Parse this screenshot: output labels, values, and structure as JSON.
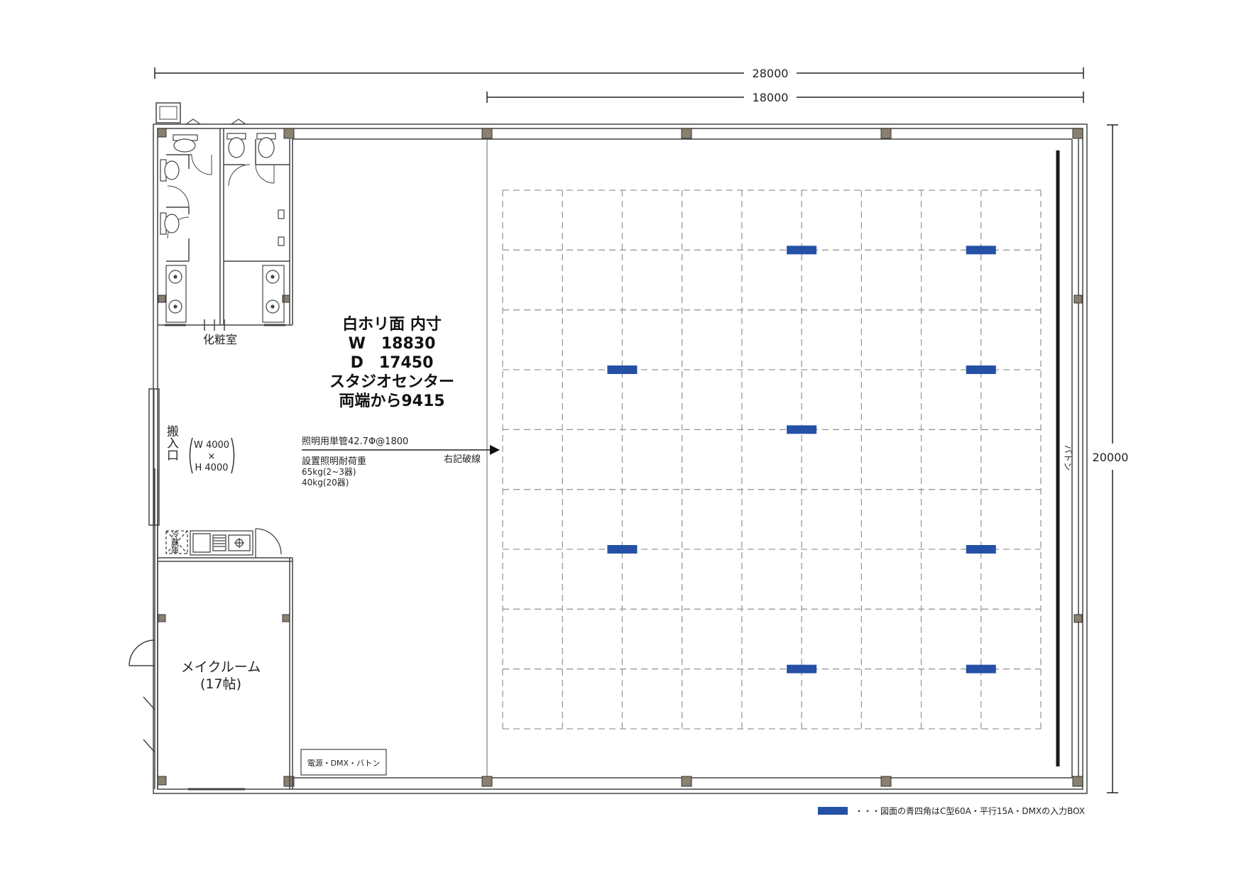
{
  "dimensions": {
    "total_width": "28000",
    "stage_width": "18000",
    "total_depth": "20000"
  },
  "main_label": {
    "line1": "白ホリ面 内寸",
    "line2": "W　18830",
    "line3": "D　17450",
    "line4": "スタジオセンター",
    "line5": "両端から9415"
  },
  "rooms": {
    "powder_room": "化粧室",
    "loading_entrance": "搬入口",
    "loading_size_w": "W 4000",
    "loading_size_x": "×",
    "loading_size_h": "H 4000",
    "fridge": "冷蔵庫",
    "makeup_room": "メイクルーム",
    "makeup_room_size": "(17帖)"
  },
  "lighting": {
    "pipe_label": "照明用単管42.7Φ@1800",
    "dashed_line_note": "右記破線",
    "load_title": "設置照明耐荷重",
    "load_1": "65kg(2~3器)",
    "load_2": "40kg(20器)"
  },
  "batten_label": "バトン",
  "power_box_label": "電源・DMX・バトン",
  "legend": {
    "text": "・・・図面の青四角はC型60A・平行15A・DMXの入力BOX",
    "color": "#2450a6"
  },
  "colors": {
    "wall": "#444444",
    "grid": "#9a9a9a",
    "dmx_box": "#2450a6",
    "column": "#8a8070"
  },
  "grid": {
    "columns": 9,
    "rows": 9,
    "dmx_boxes": [
      {
        "col": 5,
        "row": 1
      },
      {
        "col": 8,
        "row": 1
      },
      {
        "col": 2,
        "row": 3
      },
      {
        "col": 8,
        "row": 3
      },
      {
        "col": 5,
        "row": 4
      },
      {
        "col": 2,
        "row": 6
      },
      {
        "col": 8,
        "row": 6
      },
      {
        "col": 5,
        "row": 8
      },
      {
        "col": 8,
        "row": 8
      }
    ]
  }
}
